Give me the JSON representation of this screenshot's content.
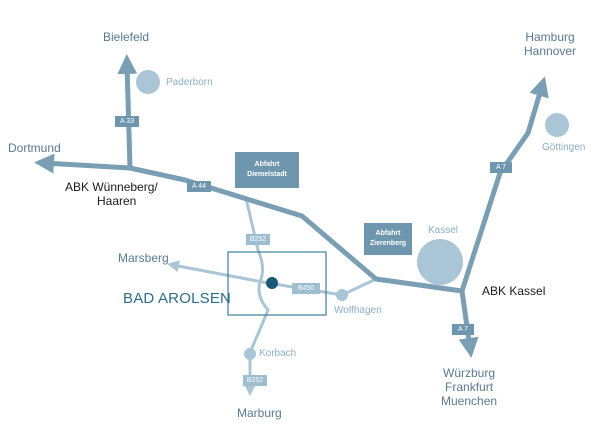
{
  "cities": {
    "bielefeld": "Bielefeld",
    "paderborn": "Paderborn",
    "dortmund": "Dortmund",
    "abk_wuenneberg_l1": "ABK Wünneberg/",
    "abk_wuenneberg_l2": "Haaren",
    "hamburg": "Hamburg",
    "hannover": "Hannover",
    "goettingen": "Göttingen",
    "kassel": "Kassel",
    "abk_kassel": "ABK Kassel",
    "marsberg": "Marsberg",
    "bad_arolsen": "BAD AROLSEN",
    "wolfhagen": "Wolfhagen",
    "korbach": "Korbach",
    "marburg": "Marburg",
    "wuerzburg": "Würzburg",
    "frankfurt": "Frankfurt",
    "muenchen": "Muenchen"
  },
  "roads": {
    "a33": "A 33",
    "a44": "A 44",
    "a7_north": "A 7",
    "a7_south": "A 7",
    "b252_north": "B252",
    "b252_south": "B252",
    "b450": "B450"
  },
  "exits": {
    "diemelstadt_l1": "Abfahrt",
    "diemelstadt_l2": "Diemelstadt",
    "zierenberg_l1": "Abfahrt",
    "zierenberg_l2": "Zierenberg"
  },
  "colors": {
    "motorway": "#7a9fb5",
    "federal_road": "#a9c5d6",
    "city_dot": "#a9c5d6",
    "center_dot": "#1d5878",
    "highlight_box": "#3d7f97"
  }
}
